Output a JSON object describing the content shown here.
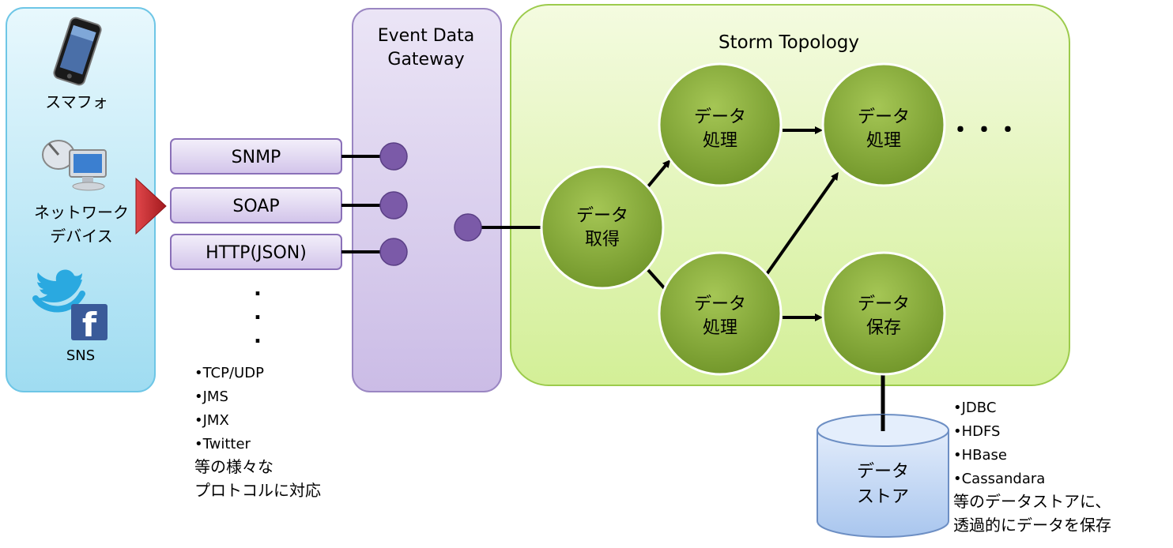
{
  "sources": {
    "smartphone_label": "スマフォ",
    "network_device_label_line1": "ネットワーク",
    "network_device_label_line2": "デバイス",
    "sns_label": "SNS"
  },
  "protocols": {
    "items": [
      "SNMP",
      "SOAP",
      "HTTP(JSON)"
    ],
    "dots": [
      ".",
      ".",
      "."
    ],
    "others": [
      "•TCP/UDP",
      "•JMS",
      "•JMX",
      "•Twitter"
    ],
    "note_line1": "等の様々な",
    "note_line2": "プロトコルに対応"
  },
  "gateway": {
    "title_line1": "Event Data",
    "title_line2": "Gateway"
  },
  "topology": {
    "title": "Storm Topology",
    "nodes": {
      "acquire": [
        "データ",
        "取得"
      ],
      "process1": [
        "データ",
        "処理"
      ],
      "process2": [
        "データ",
        "処理"
      ],
      "process3": [
        "データ",
        "処理"
      ],
      "store": [
        "データ",
        "保存"
      ]
    },
    "ellipsis": "・・・"
  },
  "datastore": {
    "label_line1": "データ",
    "label_line2": "ストア",
    "backends": [
      "•JDBC",
      "•HDFS",
      "•HBase",
      "•Cassandara"
    ],
    "note_line1": "等のデータストアに、",
    "note_line2": "透過的にデータを保存"
  },
  "colors": {
    "source_panel": "#c4eef9",
    "gateway_panel": "#dcd2ee",
    "topology_panel": "#e3f6b6",
    "node": "#8aab38",
    "port": "#7b5aa8",
    "arrow_head": "#c0282c",
    "cylinder": "#c8dcf4"
  }
}
